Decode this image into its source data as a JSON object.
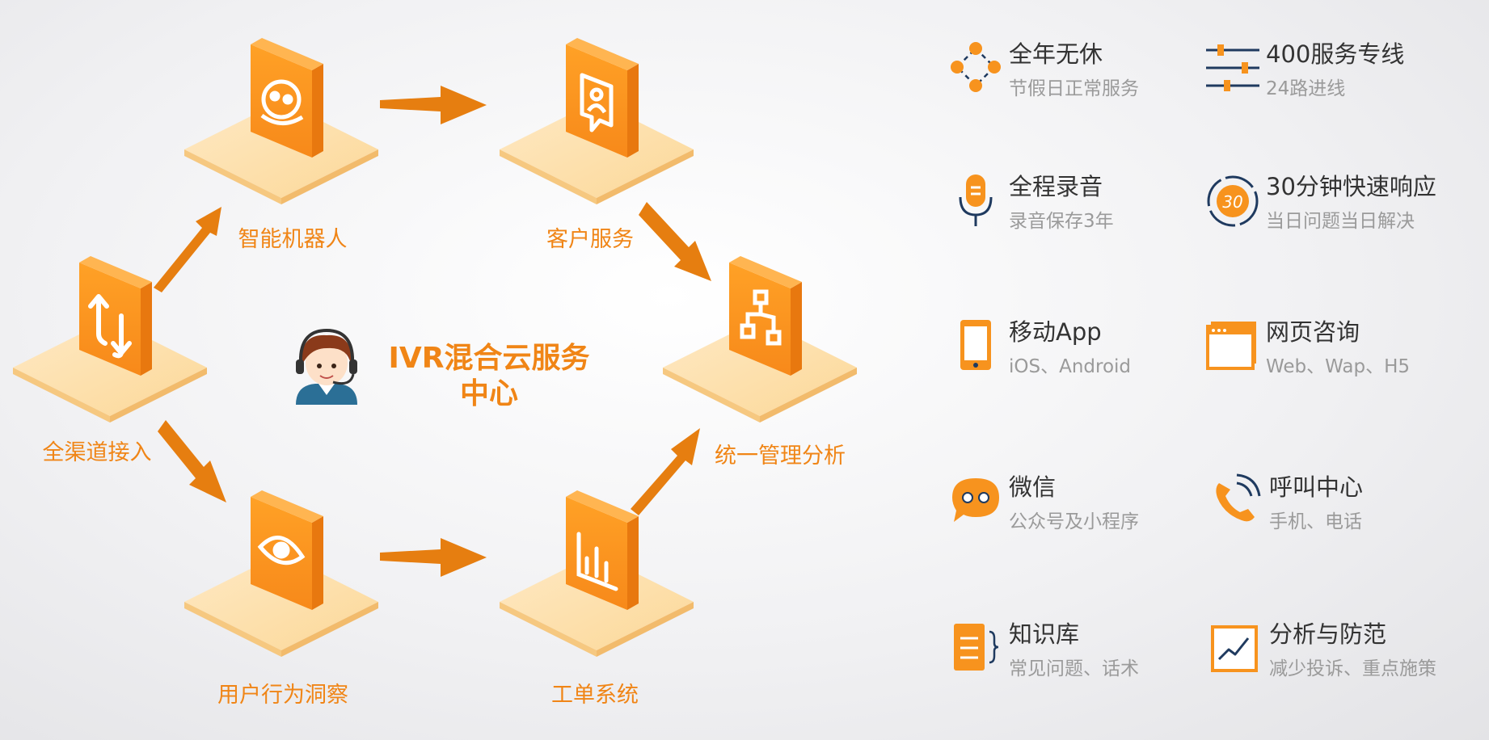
{
  "center": {
    "title_line1": "IVR混合云服务",
    "title_line2": "中心"
  },
  "nodes": [
    {
      "id": "omnichannel",
      "label": "全渠道接入",
      "icon": "swap-arrows-icon"
    },
    {
      "id": "robot",
      "label": "智能机器人",
      "icon": "robot-icon"
    },
    {
      "id": "customer-service",
      "label": "客户服务",
      "icon": "contact-card-icon"
    },
    {
      "id": "analysis",
      "label": "统一管理分析",
      "icon": "hierarchy-icon"
    },
    {
      "id": "insight",
      "label": "用户行为洞察",
      "icon": "eye-icon"
    },
    {
      "id": "ticket",
      "label": "工单系统",
      "icon": "bar-chart-icon"
    }
  ],
  "features": [
    {
      "title": "全年无休",
      "subtitle": "节假日正常服务",
      "icon": "network-dots-icon"
    },
    {
      "title": "400服务专线",
      "subtitle": "24路进线",
      "icon": "sliders-icon"
    },
    {
      "title": "全程录音",
      "subtitle": "录音保存3年",
      "icon": "microphone-icon"
    },
    {
      "title": "30分钟快速响应",
      "subtitle": "当日问题当日解决",
      "icon": "timer-30-icon",
      "icon_text": "30"
    },
    {
      "title": "移动App",
      "subtitle": "iOS、Android",
      "icon": "mobile-phone-icon"
    },
    {
      "title": "网页咨询",
      "subtitle": "Web、Wap、H5",
      "icon": "browser-window-icon"
    },
    {
      "title": "微信",
      "subtitle": "公众号及小程序",
      "icon": "wechat-bubble-icon"
    },
    {
      "title": "呼叫中心",
      "subtitle": "手机、电话",
      "icon": "phone-handset-icon"
    },
    {
      "title": "知识库",
      "subtitle": "常见问题、话术",
      "icon": "document-icon"
    },
    {
      "title": "分析与防范",
      "subtitle": "减少投诉、重点施策",
      "icon": "trend-chart-icon"
    }
  ],
  "colors": {
    "accent": "#f08516",
    "icon_orange": "#f7931e",
    "platform": "#fde3b5",
    "arrow": "#e67e10",
    "title_text": "#333333",
    "sub_text": "#9a9a9a",
    "icon_navy": "#1f3a5f"
  }
}
